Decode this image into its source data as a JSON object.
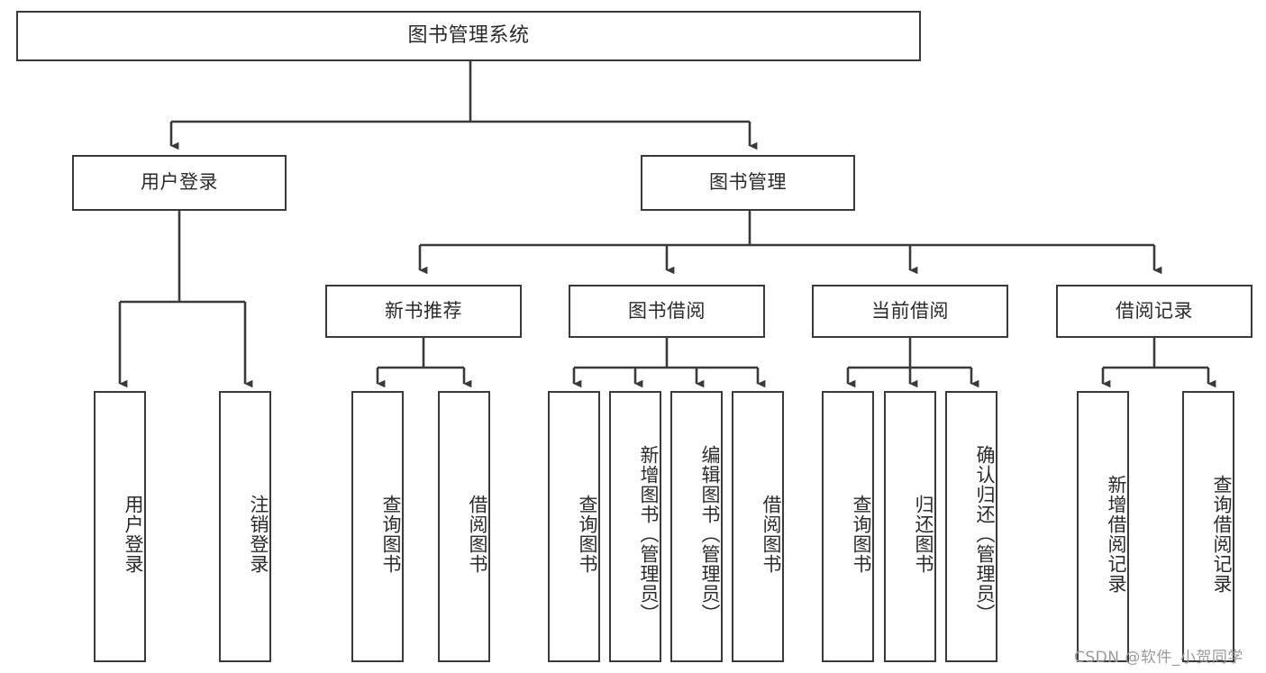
{
  "diagram": {
    "type": "tree",
    "title": "图书管理系统",
    "background_color": "#ffffff",
    "line_color": "#3a3a3a",
    "text_color": "#2b2b2b",
    "root": {
      "label": "图书管理系统"
    },
    "level2": [
      {
        "label": "用户登录"
      },
      {
        "label": "图书管理"
      }
    ],
    "level3": [
      {
        "label": "新书推荐"
      },
      {
        "label": "图书借阅"
      },
      {
        "label": "当前借阅"
      },
      {
        "label": "借阅记录"
      }
    ],
    "leaves": {
      "user_login": [
        {
          "label": "用户登录"
        },
        {
          "label": "注销登录"
        }
      ],
      "new_book_recommend": [
        {
          "label": "查询图书"
        },
        {
          "label": "借阅图书"
        }
      ],
      "book_borrow": [
        {
          "label": "查询图书"
        },
        {
          "label": "新增图书（管理员）"
        },
        {
          "label": "编辑图书（管理员）"
        },
        {
          "label": "借阅图书"
        }
      ],
      "current_borrow": [
        {
          "label": "查询图书"
        },
        {
          "label": "归还图书"
        },
        {
          "label": "确认归还（管理员）"
        }
      ],
      "borrow_record": [
        {
          "label": "新增借阅记录"
        },
        {
          "label": "查询借阅记录"
        }
      ]
    }
  },
  "watermark": {
    "text": "CSDN @软件_小贺同学"
  }
}
